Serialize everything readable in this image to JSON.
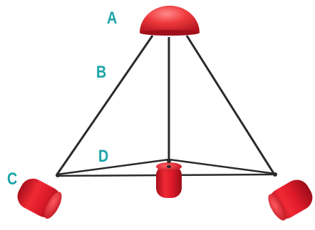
{
  "labels": {
    "a": "A",
    "b": "B",
    "c": "C",
    "d": "D"
  },
  "colors": {
    "label": "#1aa3a8",
    "float_red": "#e01b2a",
    "float_highlight": "#ff6b6b",
    "float_dark": "#a0101a",
    "rod": "#2a2a2a"
  }
}
